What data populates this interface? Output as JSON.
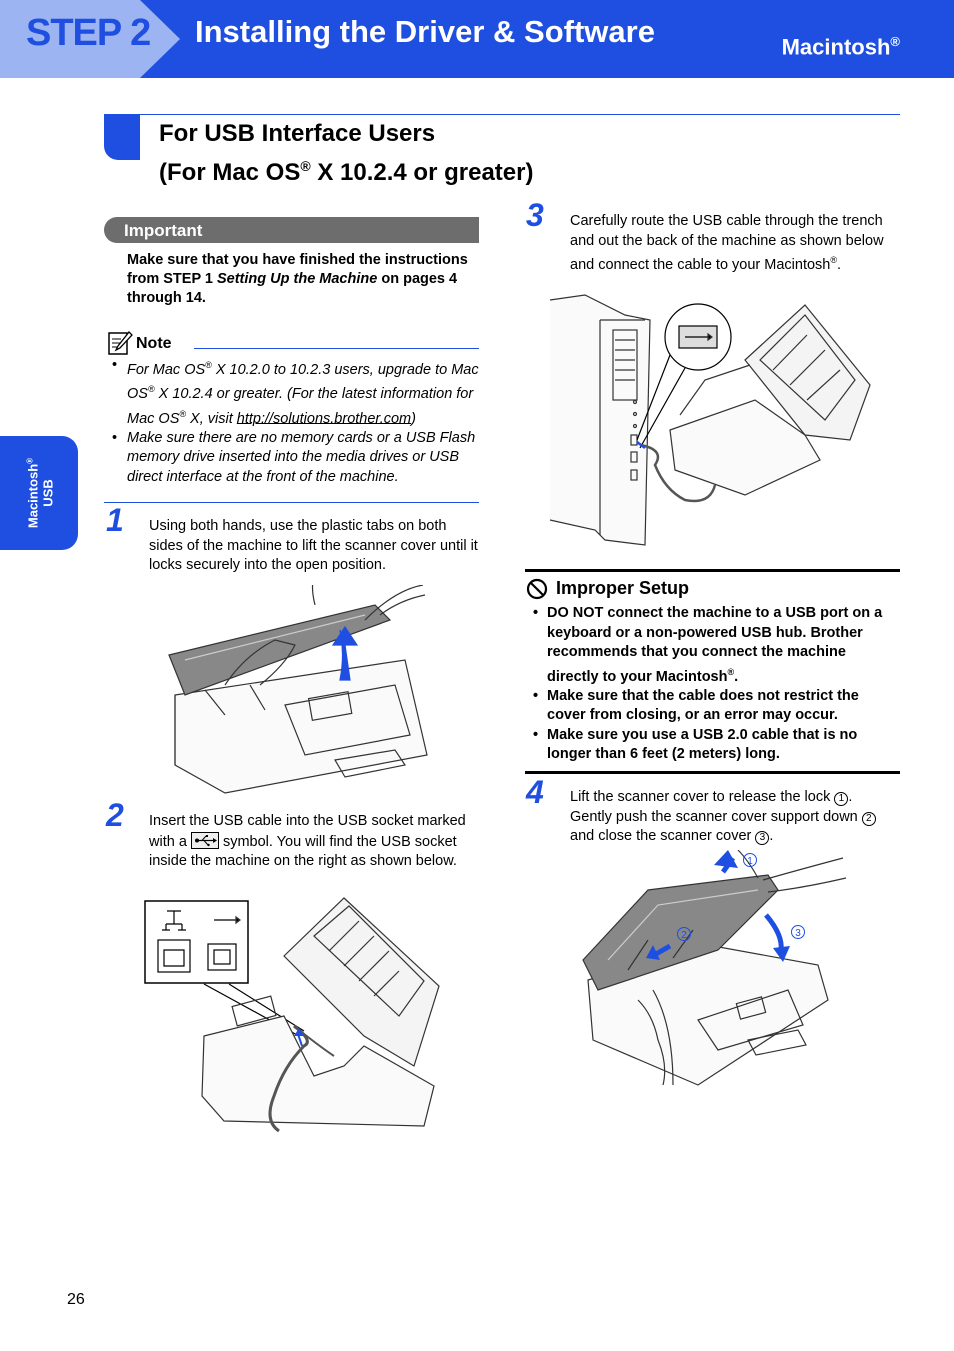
{
  "header": {
    "step_label": "STEP 2",
    "title": "Installing the Driver & Software",
    "subtitle": "Macintosh",
    "subtitle_reg": "®"
  },
  "side_tab": {
    "line1": "Macintosh",
    "line1_reg": "®",
    "line2": "USB"
  },
  "section": {
    "title_line1": "For USB Interface Users",
    "title_line2_a": "(For Mac OS",
    "title_line2_reg": "®",
    "title_line2_b": " X 10.2.4 or greater)"
  },
  "important": {
    "label": "Important",
    "text_a": "Make sure that you have finished the instructions from STEP 1 ",
    "text_italic": "Setting Up the Machine",
    "text_b": " on pages 4 through 14."
  },
  "note": {
    "label": "Note",
    "item1_a": "For Mac OS",
    "item1_b": " X 10.2.0 to 10.2.3 users, upgrade to Mac OS",
    "item1_c": " X 10.2.4 or greater. (For the latest information for Mac OS",
    "item1_d": " X, visit ",
    "item1_link": "http://solutions.brother.com",
    "item1_e": ")",
    "item2": "Make sure there are no memory cards or a USB Flash memory drive inserted into the media drives or USB direct interface at the front of the machine.",
    "reg": "®",
    "bullet": "•"
  },
  "steps": {
    "s1_num": "1",
    "s1_text": "Using both hands, use the plastic tabs on both sides of the machine to lift the scanner cover until it locks securely into the open position.",
    "s2_num": "2",
    "s2_text_a": "Insert the USB cable into the USB socket marked with a ",
    "s2_text_b": " symbol. You will find the USB socket inside the machine on the right as shown below.",
    "s3_num": "3",
    "s3_text_a": "Carefully route the USB cable through the trench and out the back of the machine as shown below and connect the cable to your Macintosh",
    "s3_reg": "®",
    "s3_text_b": ".",
    "s4_num": "4",
    "s4_text_a": "Lift the scanner cover to release the lock ",
    "s4_c1": "1",
    "s4_text_b": ". Gently push the scanner cover support down ",
    "s4_c2": "2",
    "s4_text_c": " and close the scanner cover ",
    "s4_c3": "3",
    "s4_text_d": "."
  },
  "improper": {
    "title": "Improper Setup",
    "bullet": "•",
    "item1": "DO NOT connect the machine to a USB port on a keyboard or a non-powered USB hub. Brother recommends that you connect the machine directly to your Macintosh",
    "item1_reg": "®",
    "item1_end": ".",
    "item2": "Make sure that the cable does not restrict the cover from closing, or an error may occur.",
    "item3": "Make sure you use a USB 2.0 cable that is no longer than 6 feet (2 meters) long."
  },
  "figure_labels": {
    "c1": "1",
    "c2": "2",
    "c3": "3"
  },
  "page_number": "26",
  "colors": {
    "brand_blue": "#1f4fe0",
    "important_gray": "#6d6d6d"
  }
}
